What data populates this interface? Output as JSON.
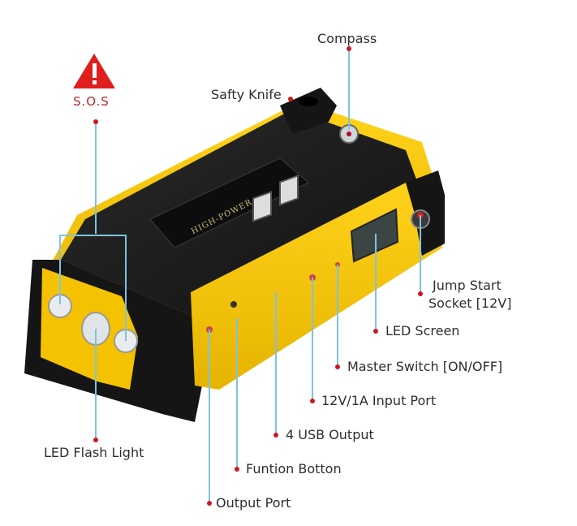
{
  "colors": {
    "leader_line": "#7cc4de",
    "dot": "#d0161f",
    "body_black": "#1b1b1b",
    "body_yellow": "#f5c400",
    "sos_red": "#e01e1e",
    "text": "#2e2e2e"
  },
  "device": {
    "brand_plate": "HIGH-POWER"
  },
  "sos": {
    "icon": "warning-triangle-icon",
    "label": "S.O.S"
  },
  "labels": {
    "compass": "Compass",
    "safety_knife": "Safty Knife",
    "jump_start_line1": "Jump Start",
    "jump_start_line2": "Socket [12V]",
    "led_screen": "LED Screen",
    "master_switch": "Master Switch [ON/OFF]",
    "input_port": "12V/1A Input Port",
    "usb_output": "4 USB Output",
    "led_flash": "LED Flash Light",
    "function_button": "Funtion Botton",
    "output_port": "Output Port"
  }
}
